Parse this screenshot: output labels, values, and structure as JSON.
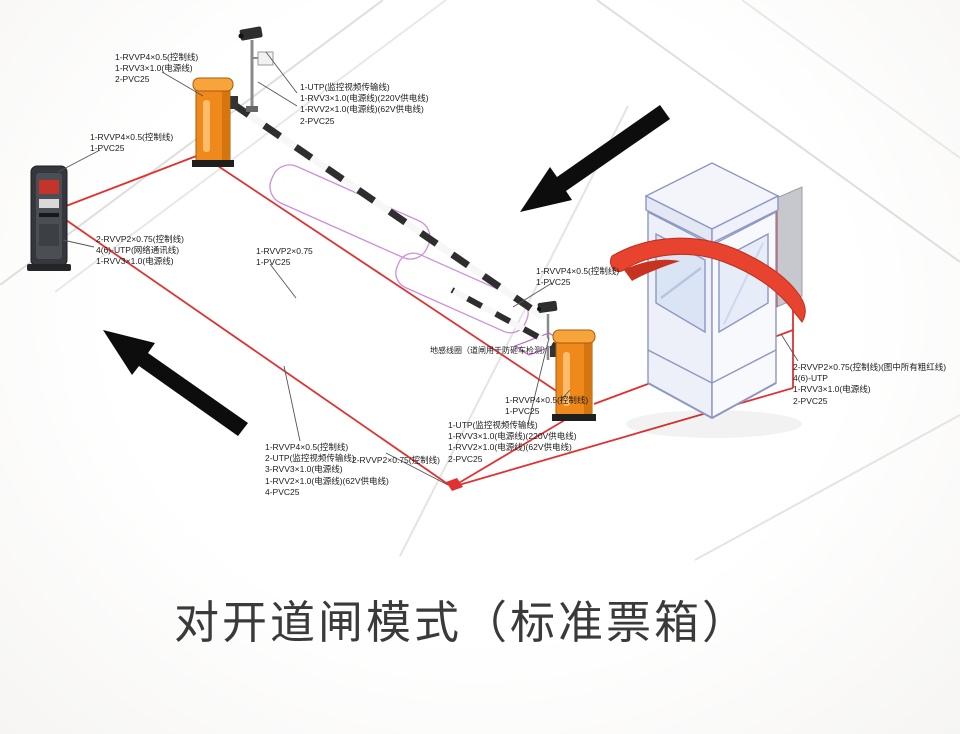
{
  "title": "对开道闸模式（标准票箱）",
  "colors": {
    "cable_red": "#e03232",
    "gate_orange": "#f0891c",
    "island_purple": "#cd8fdd",
    "booth_line_blue": "#8d97c4",
    "canopy_red": "#e8432e",
    "arrow_black": "#0d0d0d"
  },
  "labels": {
    "gate1_cables": "1-RVVP4×0.5(控制线)\n1-RVV3×1.0(电源线)\n2-PVC25",
    "ticket_machine_cables": "1-RVVP4×0.5(控制线)\n1-PVC25",
    "camera1_cables": "1-UTP(监控视频传输线)\n1-RVV3×1.0(电源线)(220V供电线)\n1-RVV2×1.0(电源线)(62V供电线)\n2-PVC25",
    "junction_left_cables": "2-RVVP2×0.75(控制线)\n4(6)-UTP(网络通讯线)\n1-RVV3×1.0(电源线)",
    "island_cables": "1-RVVP2×0.75\n1-PVC25",
    "gate2_arm_cables": "1-RVVP4×0.5(控制线)\n1-PVC25",
    "ground_loop_note": "地感线圈（道闸用于防砸车检测）",
    "gate2_cables": "1-RVVP4×0.5(控制线)\n1-PVC25",
    "camera2_cables": "1-UTP(监控视频传输线)\n1-RVV3×1.0(电源线)(220V供电线)\n1-RVV2×1.0(电源线)(62V供电线)\n2-PVC25",
    "trunk_cables": "1-RVVP4×0.5(控制线)\n2-UTP(监控视频传输线)\n3-RVV3×1.0(电源线)\n1-RVV2×1.0(电源线)(62V供电线)\n4-PVC25",
    "trunk_extra": "2-RVVP2×0.75(控制线)",
    "booth_cables": "2-RVVP2×0.75(控制线)(图中所有粗红线)\n4(6)-UTP\n1-RVV3×1.0(电源线)\n2-PVC25"
  }
}
